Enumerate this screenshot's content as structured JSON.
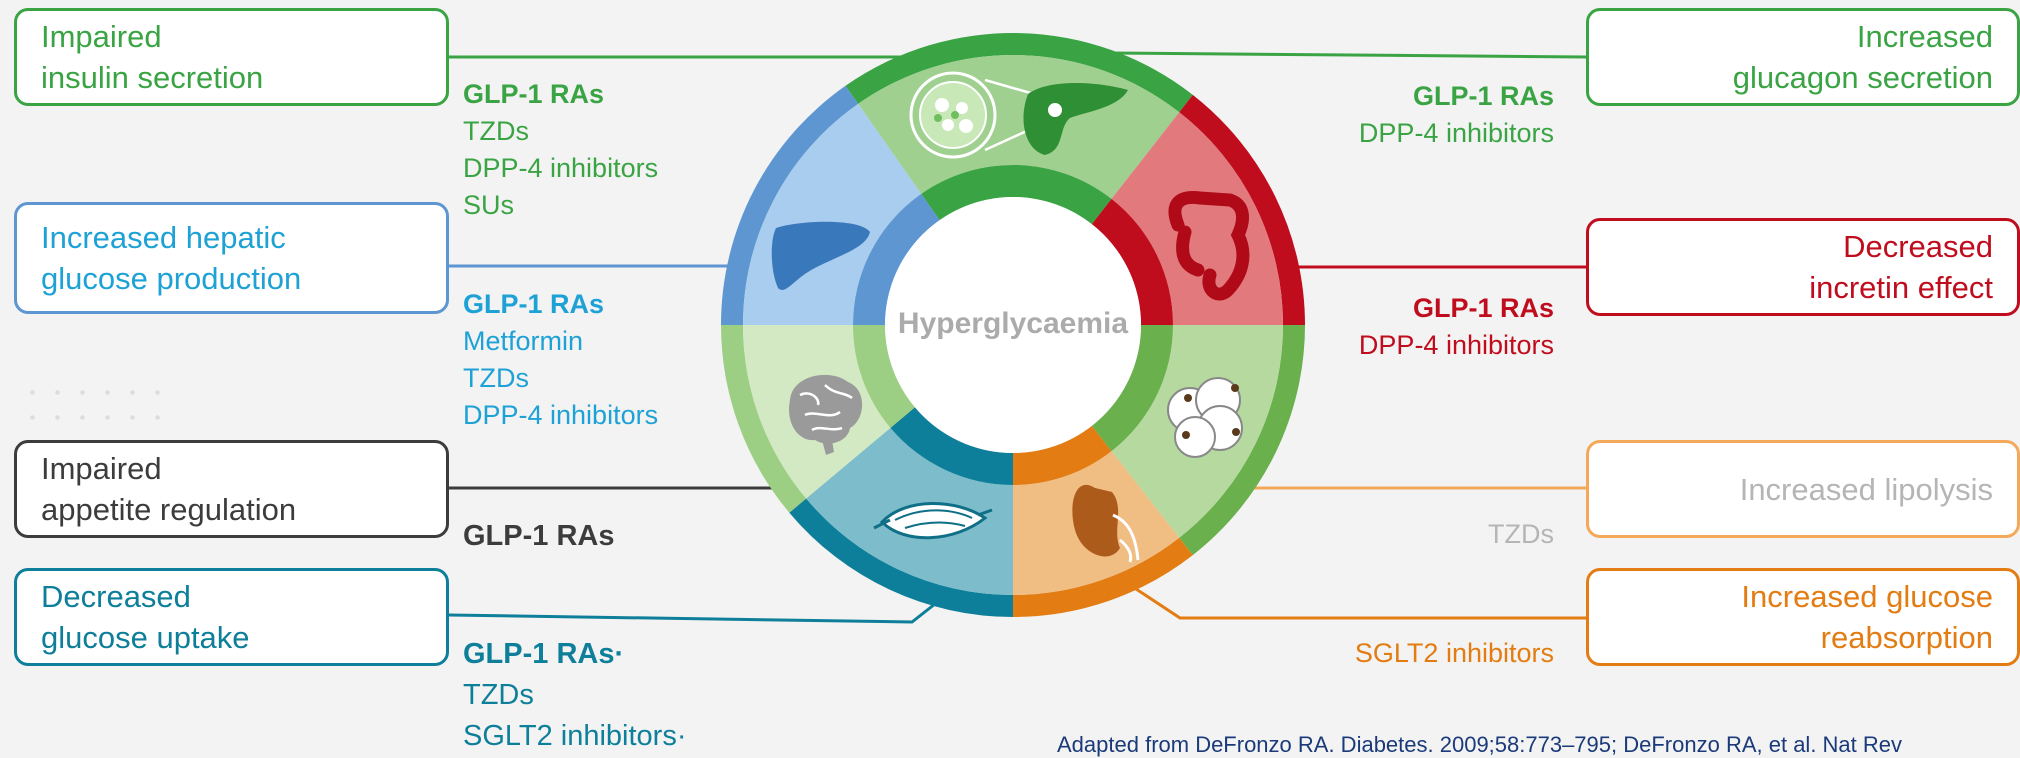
{
  "center_label": "Hyperglycaemia",
  "colors": {
    "green": "#3aa444",
    "blue": "#5d96d1",
    "grey": "#3c3c3c",
    "teal": "#0e7f9a",
    "red": "#c00d1e",
    "light_orange": "#f4a85a",
    "orange": "#e37c12"
  },
  "defects": {
    "insulin": {
      "line1": "Impaired",
      "line2": "insulin secretion"
    },
    "hepatic": {
      "line1": "Increased hepatic",
      "line2": "glucose production"
    },
    "appetite": {
      "line1": "Impaired",
      "line2": "appetite regulation"
    },
    "uptake": {
      "line1": "Decreased",
      "line2": "glucose uptake"
    },
    "glucagon": {
      "line1": "Increased",
      "line2": "glucagon secretion"
    },
    "incretin": {
      "line1": "Decreased",
      "line2": "incretin effect"
    },
    "lipolysis": {
      "line1": "Increased lipolysis"
    },
    "reabsorption": {
      "line1": "Increased glucose",
      "line2": "reabsorption"
    }
  },
  "treatments": {
    "insulin": [
      "GLP-1 RAs",
      "TZDs",
      "DPP-4 inhibitors",
      "SUs"
    ],
    "hepatic": [
      "GLP-1 RAs",
      "Metformin",
      "TZDs",
      "DPP-4 inhibitors"
    ],
    "appetite": [
      "GLP-1 RAs"
    ],
    "uptake": [
      "GLP-1 RAs·",
      "TZDs",
      "SGLT2 inhibitors·"
    ],
    "glucagon": [
      "GLP-1 RAs",
      "DPP-4 inhibitors"
    ],
    "incretin": [
      "GLP-1 RAs",
      "DPP-4 inhibitors"
    ],
    "lipolysis": [
      "TZDs"
    ],
    "reabsorption": [
      "SGLT2 inhibitors"
    ]
  },
  "wheel_segments": [
    {
      "name": "pancreas",
      "icon": "pancreas-icon"
    },
    {
      "name": "gut",
      "icon": "intestine-icon"
    },
    {
      "name": "adipose",
      "icon": "fat-cells-icon"
    },
    {
      "name": "kidney",
      "icon": "kidney-icon"
    },
    {
      "name": "muscle",
      "icon": "muscle-icon"
    },
    {
      "name": "brain",
      "icon": "brain-icon"
    },
    {
      "name": "liver",
      "icon": "liver-icon"
    }
  ],
  "source": "Adapted from DeFronzo RA. Diabetes. 2009;58:773–795; DeFronzo RA, et al. Nat Rev"
}
